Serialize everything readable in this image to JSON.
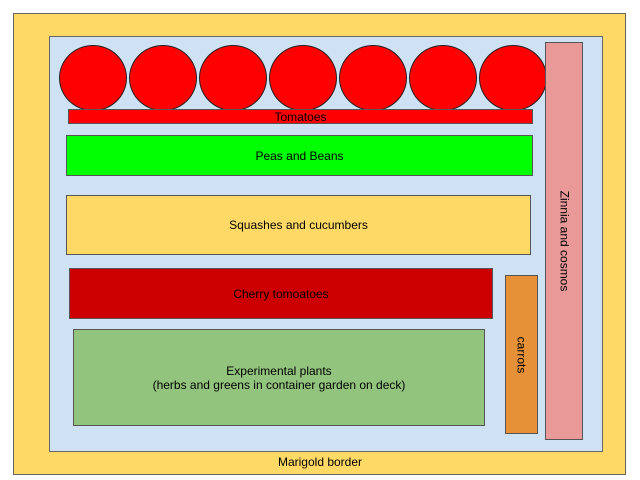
{
  "diagram": {
    "marigold_border": {
      "label": "Marigold border",
      "color": "#FFD966"
    },
    "garden_area": {
      "color": "#CFE2F3"
    },
    "tomato_plants": {
      "count": 7,
      "color": "#FF0000"
    },
    "beds": {
      "tomatoes": {
        "label": "Tomatoes",
        "color": "#FF0000"
      },
      "peas_beans": {
        "label": "Peas and Beans",
        "color": "#00FF00"
      },
      "squashes": {
        "label": "Squashes and cucumbers",
        "color": "#FFD966"
      },
      "cherry_tomatoes": {
        "label": "Cherry tomoatoes",
        "color": "#CC0000"
      },
      "experimental": {
        "label_line1": "Experimental plants",
        "label_line2": "(herbs and greens in container garden on deck)",
        "color": "#93C47D"
      },
      "carrots": {
        "label": "carrots",
        "color": "#E69138"
      },
      "zinnia": {
        "label": "Zinnia and cosmos",
        "color": "#EA9999"
      }
    }
  }
}
